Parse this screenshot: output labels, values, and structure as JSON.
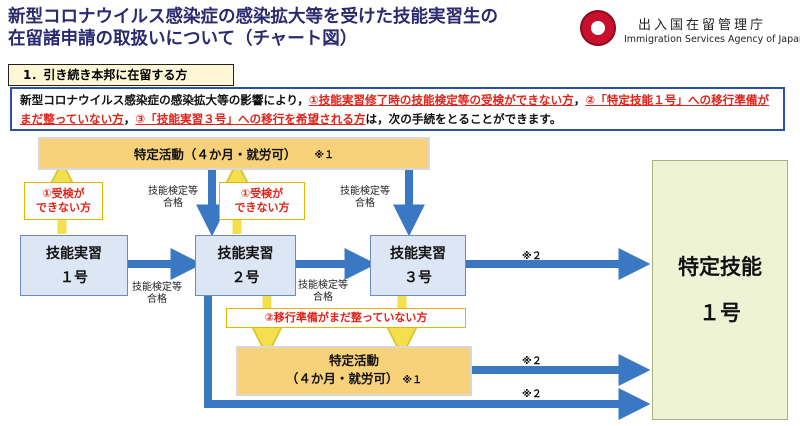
{
  "header": {
    "title_line1": "新型コロナウイルス感染症の感染拡大等を受けた技能実習生の",
    "title_line2": "在留諸申請の取扱いについて（チャート図）",
    "agency_jp": "出入国在留管理庁",
    "agency_en": "Immigration Services Agency of Japan"
  },
  "section_label": "1．引き続き本邦に在留する方",
  "intro": {
    "t1": "新型コロナウイルス感染症の感染拡大等の影響により，",
    "r1": "①技能実習修了時の技能検定等の受検ができない方",
    "t2": "，",
    "r2": "②「特定技能１号」への移行準備がまだ整っていない方",
    "t3": "，",
    "r3": "③「技能実習３号」への移行を希望される方",
    "t4": "は，次の手続をとることができます。"
  },
  "boxes": {
    "special_top": "特定活動（４か月・就労可）",
    "special_top_note": "※１",
    "tg1_a": "技能実習",
    "tg1_b": "１号",
    "tg2_a": "技能実習",
    "tg2_b": "２号",
    "tg3_a": "技能実習",
    "tg3_b": "３号",
    "final_a": "特定技能",
    "final_b": "１号",
    "special_bottom_a": "特定活動",
    "special_bottom_b": "（４か月・就労可）",
    "special_bottom_note": "※１"
  },
  "red_labels": {
    "exam_a_1": "①受検が",
    "exam_a_2": "できない方",
    "exam_b_1": "①受検が",
    "exam_b_2": "できない方",
    "prep": "②移行準備がまだ整っていない方"
  },
  "notes": {
    "pass1_a": "技能検定等",
    "pass1_b": "合格",
    "pass2_a": "技能検定等",
    "pass2_b": "合格",
    "pass3_a": "技能検定等",
    "pass3_b": "合格",
    "pass4_a": "技能検定等",
    "pass4_b": "合格",
    "star2_a": "※２",
    "star2_b": "※２",
    "star2_c": "※２"
  },
  "colors": {
    "arrow_blue": "#3b78c4",
    "arrow_yellow": "#f4e04d",
    "title_navy": "#2a2a6e",
    "accent_red": "#e2231a"
  }
}
